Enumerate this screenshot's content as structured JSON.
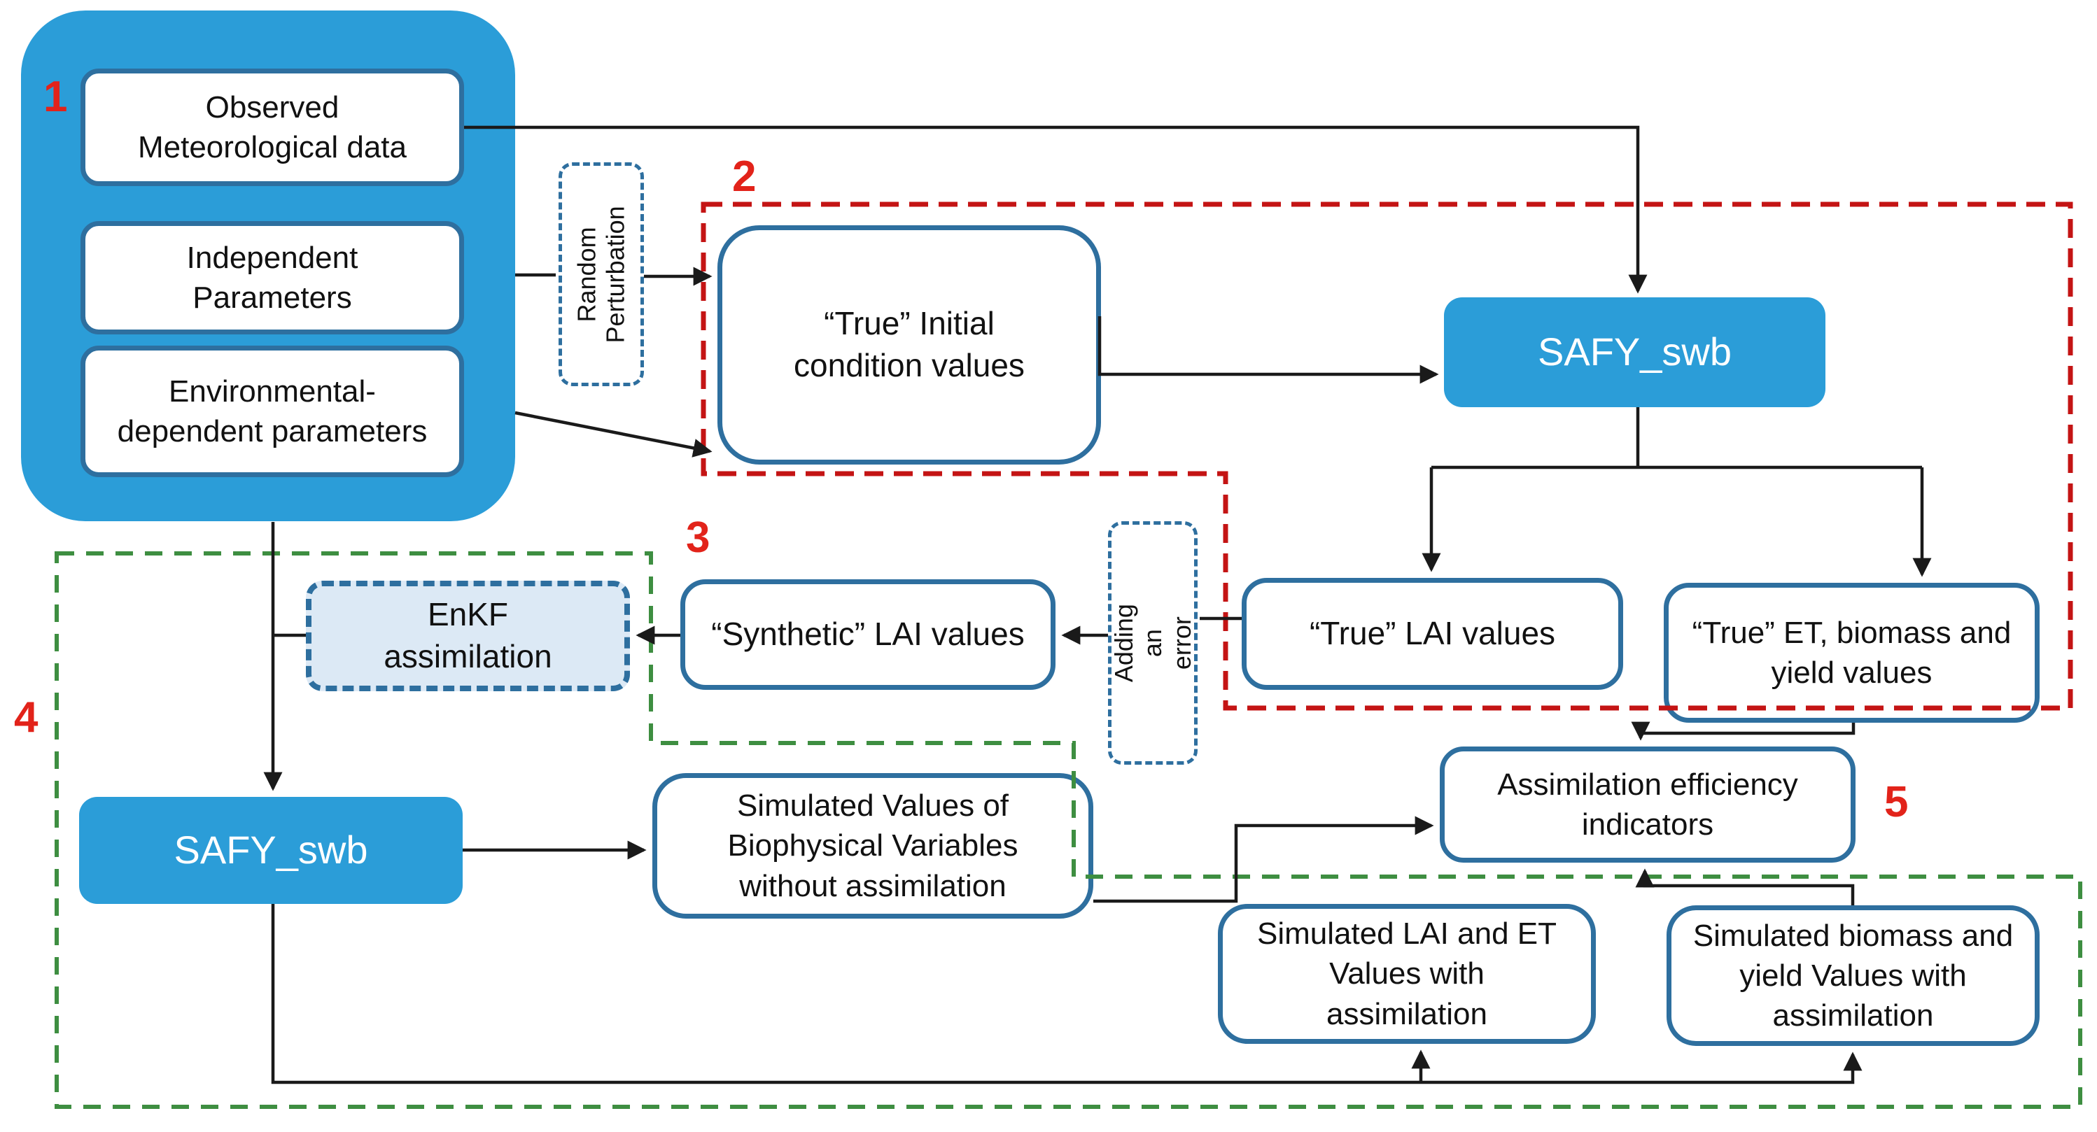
{
  "colors": {
    "node_fill_blue": "#2B9DD8",
    "node_border_blue": "#2E6F9F",
    "enkf_fill": "#DCE9F5",
    "region2_red_dash": "#C41414",
    "region4_green_dash": "#3E8E41",
    "step_number_red": "#E2231A",
    "connector_black": "#1a1a1a",
    "text_black": "#111111"
  },
  "step_labels": {
    "s1": "1",
    "s2": "2",
    "s3": "3",
    "s4": "4",
    "s5": "5"
  },
  "nodes": {
    "observed": "Observed\nMeteorological data",
    "independent": "Independent\nParameters",
    "environmental": "Environmental-\ndependent parameters",
    "random_perturbation": "Random\nPerturbation",
    "true_initial": "“True” Initial\ncondition values",
    "safy_top": "SAFY_swb",
    "true_lai": "“True” LAI values",
    "true_et": "“True” ET, biomass and\nyield values",
    "adding_error": "Adding an error",
    "synthetic_lai": "“Synthetic” LAI values",
    "enkf": "EnKF\nassimilation",
    "safy_bottom": "SAFY_swb",
    "simulated_without": "Simulated Values of\nBiophysical Variables\nwithout assimilation",
    "assimilation_indicators": "Assimilation efficiency\nindicators",
    "simulated_lai_et": "Simulated LAI and ET\nValues with\nassimilation",
    "simulated_biomass": "Simulated biomass and\nyield Values with\nassimilation"
  }
}
